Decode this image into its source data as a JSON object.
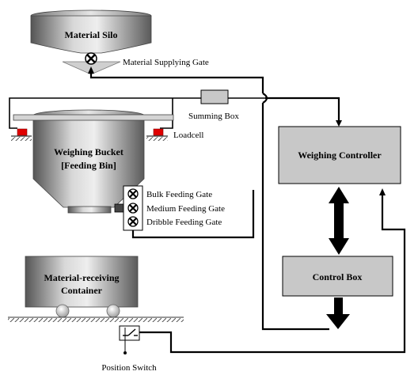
{
  "components": {
    "silo": {
      "title": "Material Silo"
    },
    "supply_gate": {
      "label": "Material Supplying Gate"
    },
    "summing_box": {
      "label": "Summing Box"
    },
    "loadcell": {
      "label": "Loadcell"
    },
    "bucket": {
      "title_line1": "Weighing Bucket",
      "title_line2": "[Feeding Bin]"
    },
    "gates": {
      "bulk": "Bulk Feeding Gate",
      "medium": "Medium Feeding Gate",
      "dribble": "Dribble Feeding Gate"
    },
    "controller": {
      "title": "Weighing Controller"
    },
    "control_box": {
      "title": "Control Box"
    },
    "container": {
      "title_line1": "Material-receiving",
      "title_line2": "Container"
    },
    "position_switch": {
      "label": "Position Switch"
    }
  },
  "colors": {
    "box_fill": "#c8c8c8",
    "loadcell_red": "#e00000",
    "line": "#000000"
  }
}
